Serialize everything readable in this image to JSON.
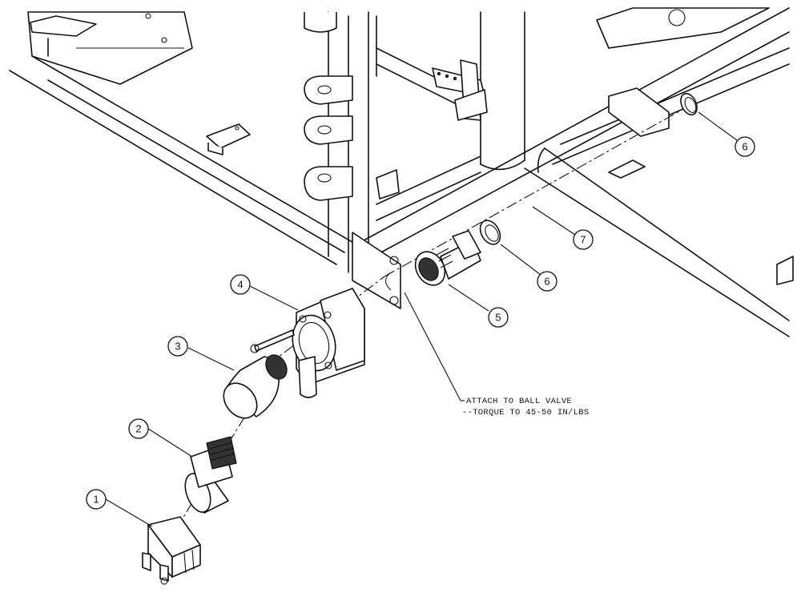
{
  "balloons": [
    {
      "id": "balloon-1",
      "label": "1"
    },
    {
      "id": "balloon-2",
      "label": "2"
    },
    {
      "id": "balloon-3",
      "label": "3"
    },
    {
      "id": "balloon-4",
      "label": "4"
    },
    {
      "id": "balloon-5",
      "label": "5"
    },
    {
      "id": "balloon-6a",
      "label": "6"
    },
    {
      "id": "balloon-6b",
      "label": "6"
    },
    {
      "id": "balloon-7",
      "label": "7"
    }
  ],
  "note": {
    "line1": "ATTACH TO BALL VALVE",
    "line2": "--TORQUE TO 45-50 IN/LBS"
  }
}
